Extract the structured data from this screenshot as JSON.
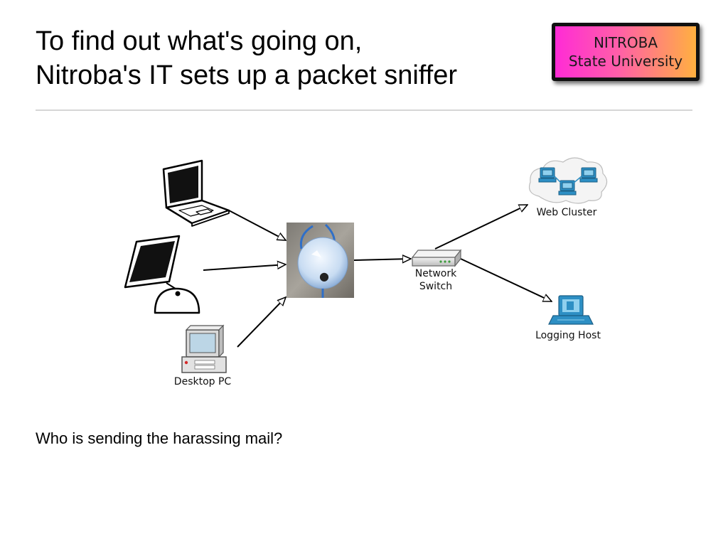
{
  "slide": {
    "title_line1": "To find out what's going on,",
    "title_line2": "Nitroba's IT sets up a packet sniffer",
    "question": "Who is sending the harassing mail?"
  },
  "logo": {
    "line1": "NITROBA",
    "line2": "State University"
  },
  "diagram": {
    "nodes": {
      "laptop": "",
      "imac": "",
      "desktop_pc": "Desktop PC",
      "sniffer": "",
      "network_switch_line1": "Network",
      "network_switch_line2": "Switch",
      "web_cluster": "Web Cluster",
      "logging_host": "Logging Host"
    }
  }
}
